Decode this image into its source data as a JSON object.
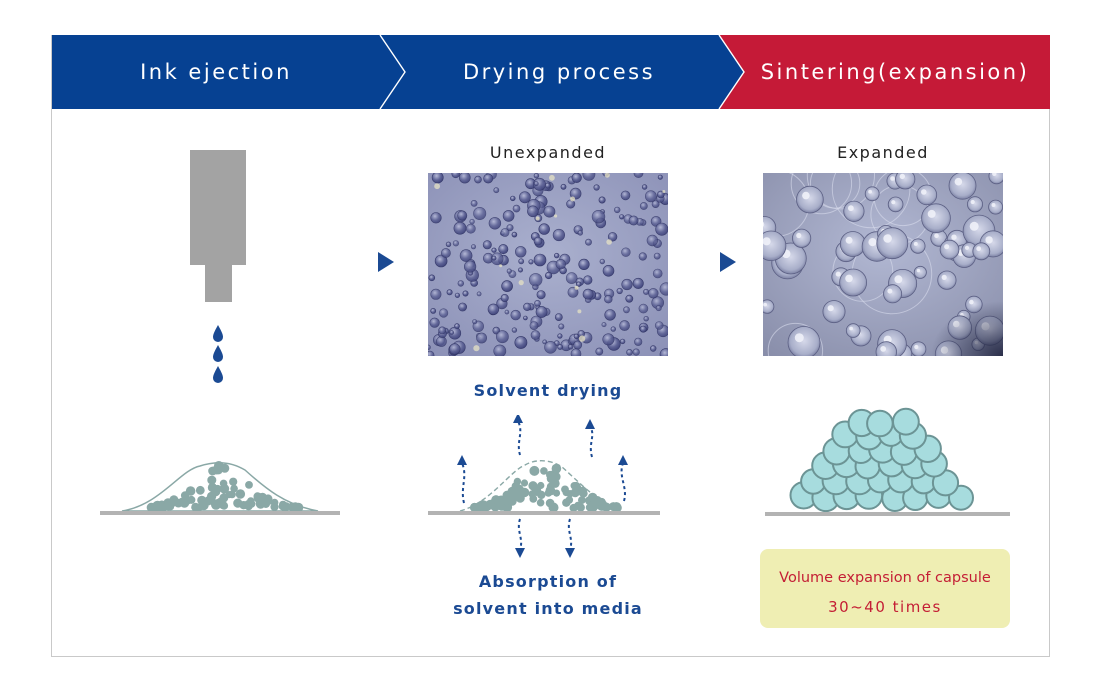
{
  "header": {
    "steps": [
      {
        "label": "Ink ejection",
        "color": "#064192"
      },
      {
        "label": "Drying process",
        "color": "#064192"
      },
      {
        "label": "Sintering(expansion)",
        "color": "#c51a37"
      }
    ]
  },
  "drying": {
    "photo_label": "Unexpanded",
    "solvent_drying": "Solvent drying",
    "absorption_line1": "Absorption of",
    "absorption_line2": "solvent into media"
  },
  "sintering": {
    "photo_label": "Expanded",
    "note_line1": "Volume expansion of capsule",
    "note_line2": "30~40 times"
  },
  "colors": {
    "frame_border": "#c9c9c9",
    "nozzle": "#a3a3a3",
    "droplet": "#1b4a93",
    "particle": "#8aa8a6",
    "expanded_capsule": "#a7dcde",
    "ground": "#b3b3b3",
    "arrow": "#1b4a93",
    "note_bg": "#efeeb3"
  }
}
